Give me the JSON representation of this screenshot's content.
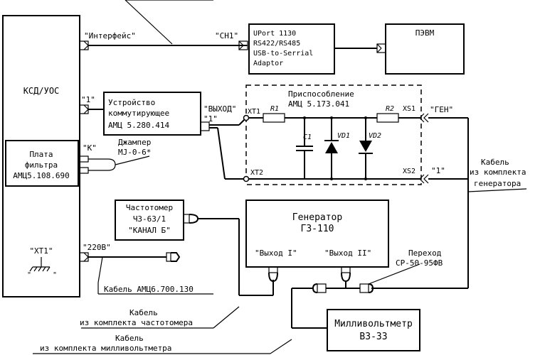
{
  "blocks": {
    "ksd": "КСД/УОС",
    "filter_board_1": "Плата",
    "filter_board_2": "фильтра",
    "filter_board_3": "АМЦ5.108.690",
    "xt1_label": "\"ХТ1\"",
    "uport_1": "UPort 1130",
    "uport_2": "RS422/RS485",
    "uport_3": "USB-to-Serrial",
    "uport_4": "Adaptor",
    "pc": "ПЭВМ",
    "switch_1": "Устройство",
    "switch_2": "коммутирующее",
    "switch_3": "АМЦ 5.280.414",
    "fixture_1": "Приспособление",
    "fixture_2": "АМЦ 5.173.041",
    "freq_1": "Частотомер",
    "freq_2": "Ч3-63/1",
    "freq_3": "\"КАНАЛ Б\"",
    "gen_1": "Генератор",
    "gen_2": "Г3-110",
    "gen_out1": "\"Выход I\"",
    "gen_out2": "\"Выход II\"",
    "mv_1": "Милливольтметр",
    "mv_2": "В3-33"
  },
  "labels": {
    "interface": "\"Интерфейс\"",
    "sn1": "\"СН1\"",
    "port1": "\"1\"",
    "vyhod": "\"ВЫХОД\"",
    "port1b": "\"1\"",
    "k": "\"К\"",
    "jumper_1": "Джампер",
    "jumper_2": "MJ-0-6*",
    "xt1": "ХТ1",
    "xt2": "ХТ2",
    "r1": "R1",
    "r2": "R2",
    "c1": "C1",
    "vd1": "VD1",
    "vd2": "VD2",
    "xs1": "XS1",
    "xs2": "XS2",
    "gen_port": "\"ГЕН\"",
    "gen_port2": "\"1\"",
    "v220": "\"220В\"",
    "cable_gen_1": "Кабель",
    "cable_gen_2": "из комплекта",
    "cable_gen_3": "генератора",
    "adapter_1": "Переход",
    "adapter_2": "СР-50-95ФВ",
    "cable_power": "Кабель  АМЦ6.700.130",
    "cable_freq_1": "Кабель",
    "cable_freq_2": "из комплекта частотомера",
    "cable_mv_1": "Кабель",
    "cable_mv_2": "из комплекта милливольтметра"
  }
}
